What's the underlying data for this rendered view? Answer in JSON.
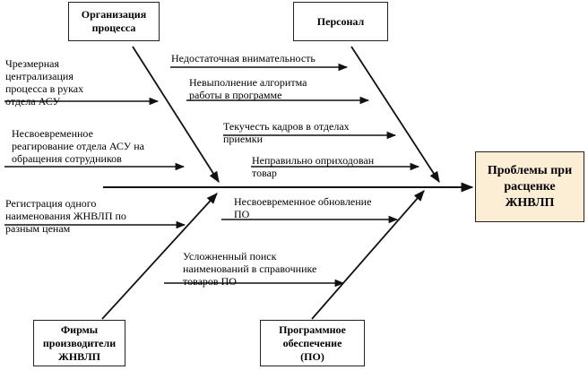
{
  "categories": {
    "organization": "Организация\nпроцесса",
    "personnel": "Персонал",
    "manufacturers": "Фирмы\nпроизводители\nЖНВЛП",
    "software": "Программное\nобеспечение\n(ПО)"
  },
  "result": "Проблемы при\nрасценке\nЖНВЛП",
  "causes": {
    "organization": [
      "Чрезмерная\nцентрализация\nпроцесса в руках\nотдела АСУ",
      "Несвоевременное\nреагирование отдела АСУ на\nобращения сотрудников"
    ],
    "personnel": [
      "Недостаточная внимательность",
      "Невыполнение алгоритма\nработы в программе",
      "Текучесть кадров в отделах\nприемки",
      "Неправильно оприходован\nтовар"
    ],
    "manufacturers": [
      "Регистрация одного\nнаименования ЖНВЛП по\nразным ценам"
    ],
    "software": [
      "Несвоевременное обновление\nПО",
      "Усложненный поиск\nнаименований  в справочнике\nтоваров ПО"
    ]
  },
  "colors": {
    "line": "#111111",
    "result_fill": "#fbeed5"
  }
}
